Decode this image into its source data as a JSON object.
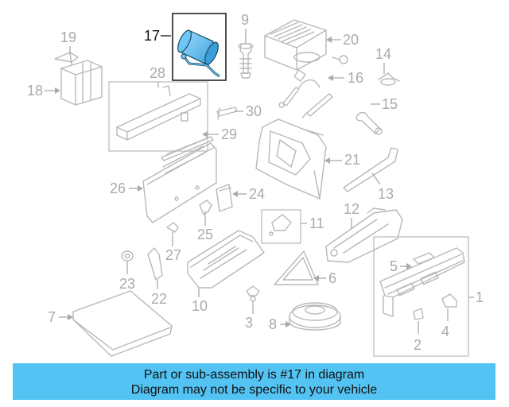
{
  "diagram": {
    "highlighted_part": "17",
    "highlight_color": "#5ab8e8",
    "banner_color": "#53c3f3",
    "callouts": [
      "17",
      "9",
      "20",
      "19",
      "18",
      "28",
      "14",
      "16",
      "15",
      "30",
      "29",
      "21",
      "26",
      "24",
      "13",
      "11",
      "12",
      "25",
      "27",
      "5",
      "23",
      "22",
      "10",
      "6",
      "1",
      "7",
      "3",
      "8",
      "4",
      "2"
    ]
  },
  "banner": {
    "line1": "Part or sub-assembly is #17 in diagram",
    "line2": "Diagram may not be specific to your vehicle"
  }
}
